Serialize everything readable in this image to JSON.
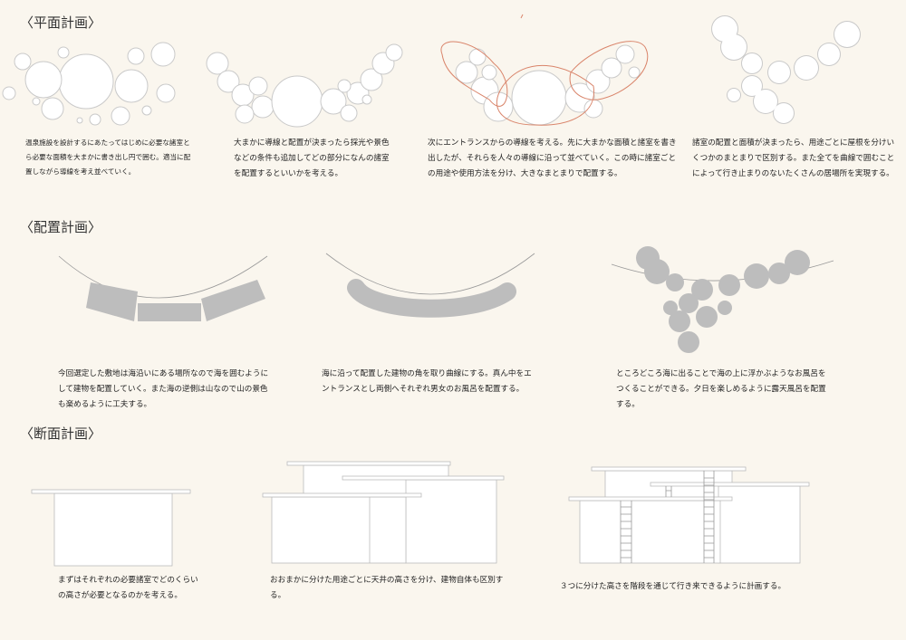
{
  "sections": [
    {
      "title": "〈平面計画〉"
    },
    {
      "title": "〈配置計画〉"
    },
    {
      "title": "〈断面計画〉"
    }
  ],
  "plan": [
    {
      "text": "温泉施設を設計するにあたってはじめに必要な諸室とら必要な面積を大まかに書き出し円で囲む。適当に配置しながら導線を考え並べていく。"
    },
    {
      "text": "大まかに導線と配置が決まったら採光や景色などの条件も追加してどの部分になんの諸室を配置するといいかを考える。"
    },
    {
      "text": "次にエントランスからの導線を考える。先に大まかな面積と諸室を書き出したが、それらを人々の導線に沿って並べていく。この時に諸室ごとの用途や使用方法を分け、大きなまとまりで配置する。"
    },
    {
      "text": "諸室の配置と面積が決まったら、用途ごとに屋根を分けいくつかのまとまりで区別する。また全てを曲線で囲むことによって行き止まりのないたくさんの居場所を実現する。"
    }
  ],
  "layout": [
    {
      "text": "今回選定した敷地は海沿いにある場所なので海を囲むようにして建物を配置していく。また海の逆側は山なので山の景色も楽めるように工夫する。"
    },
    {
      "text": "海に沿って配置した建物の角を取り曲線にする。真ん中をエントランスとし両側へそれぞれ男女のお風呂を配置する。"
    },
    {
      "text": "ところどころ海に出ることで海の上に浮かぶようなお風呂をつくることができる。夕日を楽しめるように露天風呂を配置する。"
    }
  ],
  "section": [
    {
      "text": "まずはそれぞれの必要諸室でどのくらいの高さが必要となるのかを考える。"
    },
    {
      "text": "おおまかに分けた用途ごとに天井の高さを分け、建物自体も区別する。"
    },
    {
      "text": "３つに分けた高さを階段を通じて行き来できるように計画する。"
    }
  ],
  "colors": {
    "background": "#faf6ee",
    "building": "#bdbdbd",
    "outline": "#c9c9c9",
    "zoning": "#d9846a"
  }
}
